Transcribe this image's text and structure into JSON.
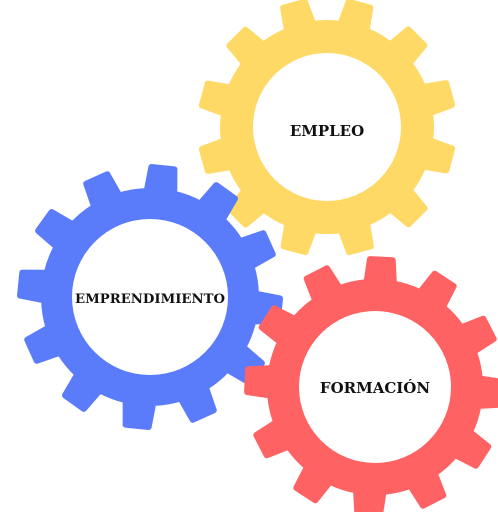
{
  "gears": [
    {
      "id": "empleo",
      "label": "EMPLEO",
      "color": "#FFD966"
    },
    {
      "id": "emprendimiento",
      "label": "EMPRENDIMIENTO",
      "color": "#5B7CFA"
    },
    {
      "id": "formacion",
      "label": "FORMACIÓN",
      "color": "#FF6262"
    }
  ]
}
